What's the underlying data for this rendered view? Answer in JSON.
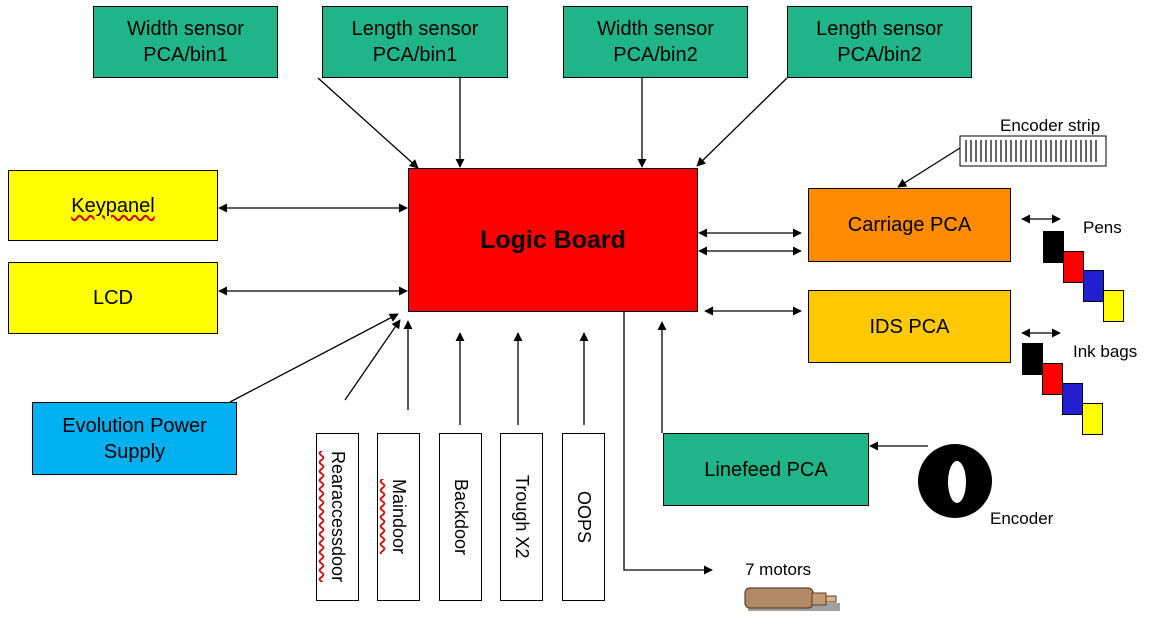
{
  "sensors": {
    "width_bin1": [
      "Width sensor",
      "PCA/bin1"
    ],
    "length_bin1": [
      "Length sensor",
      "PCA/bin1"
    ],
    "width_bin2": [
      "Width sensor",
      "PCA/bin2"
    ],
    "length_bin2": [
      "Length sensor",
      "PCA/bin2"
    ]
  },
  "logic_board": "Logic Board",
  "keypanel": "Keypanel",
  "lcd": "LCD",
  "power_supply": [
    "Evolution Power",
    "Supply"
  ],
  "door_sensors": [
    "Rearaccessdoor",
    "Maindoor",
    "Backdoor",
    "Trough X2",
    "OOPS"
  ],
  "carriage_pca": "Carriage PCA",
  "ids_pca": "IDS PCA",
  "linefeed_pca": "Linefeed PCA",
  "labels": {
    "encoder_strip": "Encoder strip",
    "pens": "Pens",
    "ink_bags": "Ink bags",
    "encoder": "Encoder",
    "motors": "7 motors"
  },
  "colors": {
    "sensor_green": "#1fb589",
    "keypanel_yellow": "#ffff00",
    "logic_red": "#ff0000",
    "carriage_orange": "#ff8c00",
    "ids_gold": "#ffc800",
    "power_cyan": "#00b0f0"
  },
  "icons": [
    "encoder-strip-icon",
    "pen-cartridges-icon",
    "ink-bags-icon",
    "encoder-disk-icon",
    "motor-icon"
  ]
}
